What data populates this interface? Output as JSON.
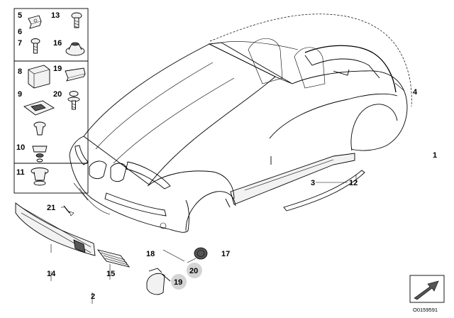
{
  "legend_box": {
    "labels": [
      "5",
      "13",
      "6",
      "7",
      "16",
      "8",
      "19",
      "9",
      "20",
      "10",
      "11"
    ]
  },
  "callouts": {
    "c1": "1",
    "c2": "2",
    "c3": "3",
    "c4": "4",
    "c12": "12",
    "c14": "14",
    "c15": "15",
    "c17": "17",
    "c18": "18",
    "c19": "19",
    "c20": "20",
    "c21": "21"
  },
  "footer": {
    "image_code": "O0159591"
  }
}
